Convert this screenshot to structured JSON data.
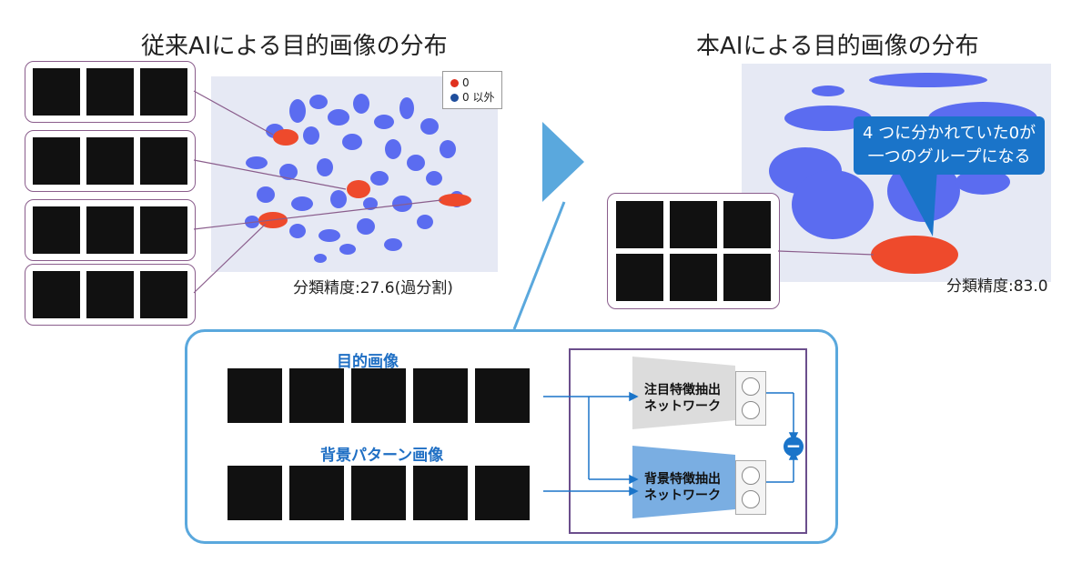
{
  "left": {
    "title": "従来AIによる目的画像の分布",
    "legend": {
      "items": [
        {
          "label": "0",
          "color": "#e0301e"
        },
        {
          "label": "0 以外",
          "color": "#1f4e9c"
        }
      ]
    },
    "accuracy": "分類精度:27.6(過分割)"
  },
  "right": {
    "title": "本AIによる目的画像の分布",
    "callout": [
      "4 つに分かれていた0が",
      "一つのグループになる"
    ],
    "accuracy": "分類精度:83.0"
  },
  "panel": {
    "target_label": "目的画像",
    "background_label": "背景パターン画像",
    "attention_net": [
      "注目特徴抽出",
      "ネットワーク"
    ],
    "background_net": [
      "背景特徴抽出",
      "ネットワーク"
    ],
    "minus_symbol": "−"
  },
  "colors": {
    "accent_blue": "#1a74c9",
    "arrow_blue": "#5aa8dd",
    "cluster_blue": "#5b6cf0",
    "cluster_red": "#ee4a2c",
    "frame_purple": "#8a5d8c"
  }
}
